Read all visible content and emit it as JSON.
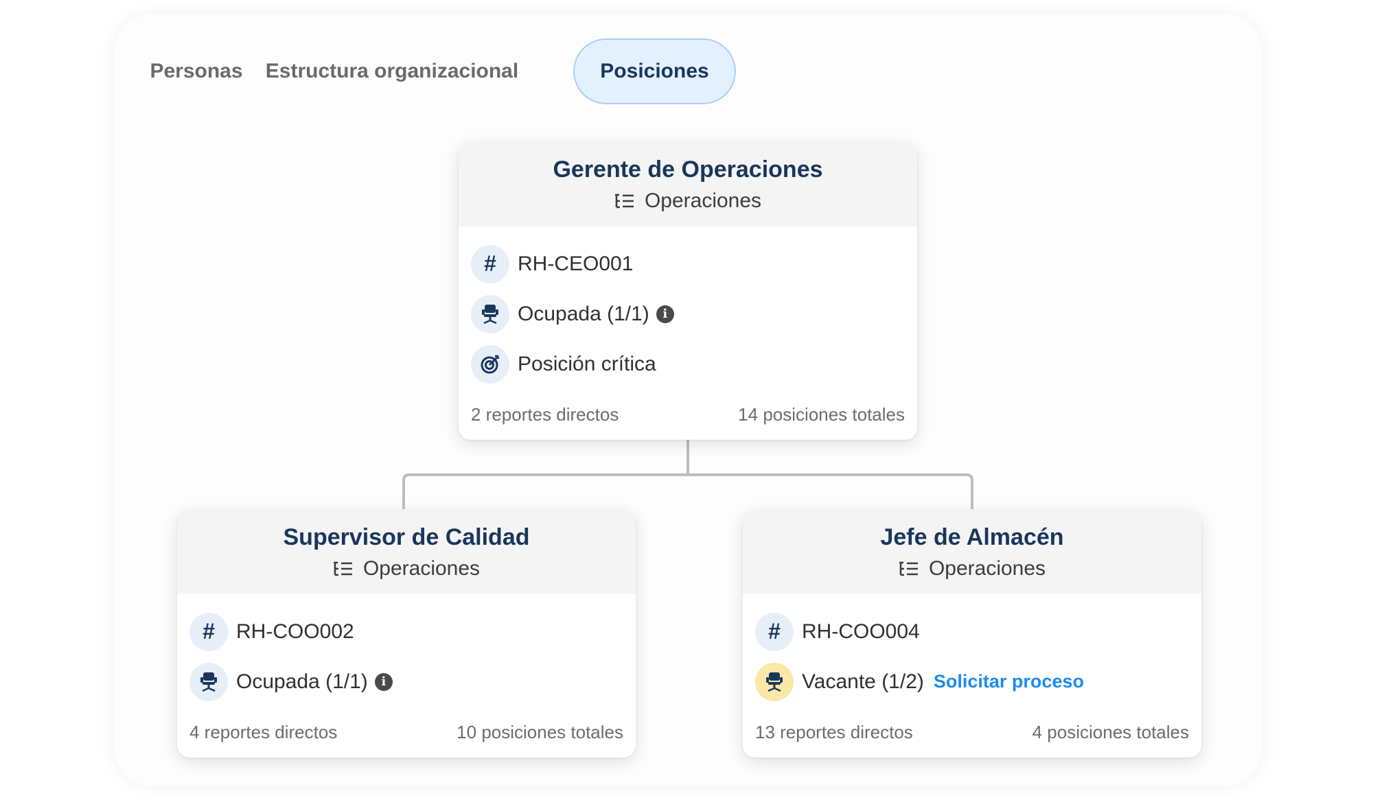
{
  "tabs": [
    {
      "label": "Personas",
      "active": false
    },
    {
      "label": "Estructura organizacional",
      "active": false
    },
    {
      "label": "Posiciones",
      "active": true
    }
  ],
  "colors": {
    "title": "#19365c",
    "active_tab_bg": "#e3f0fd",
    "active_tab_border": "#a8cff5",
    "link": "#1a8cf0",
    "vacant_badge": "#fbe7a6",
    "icon_badge": "#e6eef8"
  },
  "cards": {
    "root": {
      "title": "Gerente de Operaciones",
      "department": "Operaciones",
      "code": "RH-CEO001",
      "status": "Ocupada (1/1)",
      "critical": "Posición crítica",
      "direct_reports": "2 reportes directos",
      "total_positions": "14 posiciones totales"
    },
    "left": {
      "title": "Supervisor de Calidad",
      "department": "Operaciones",
      "code": "RH-COO002",
      "status": "Ocupada (1/1)",
      "direct_reports": "4 reportes directos",
      "total_positions": "10 posiciones totales"
    },
    "right": {
      "title": "Jefe de Almacén",
      "department": "Operaciones",
      "code": "RH-COO004",
      "status": "Vacante (1/2)",
      "action": "Solicitar proceso",
      "direct_reports": "13 reportes directos",
      "total_positions": "4 posiciones totales"
    }
  },
  "icons": {
    "department": "list-tree-icon",
    "code": "hash-icon",
    "status": "office-chair-icon",
    "critical": "target-icon",
    "info": "info-icon"
  }
}
